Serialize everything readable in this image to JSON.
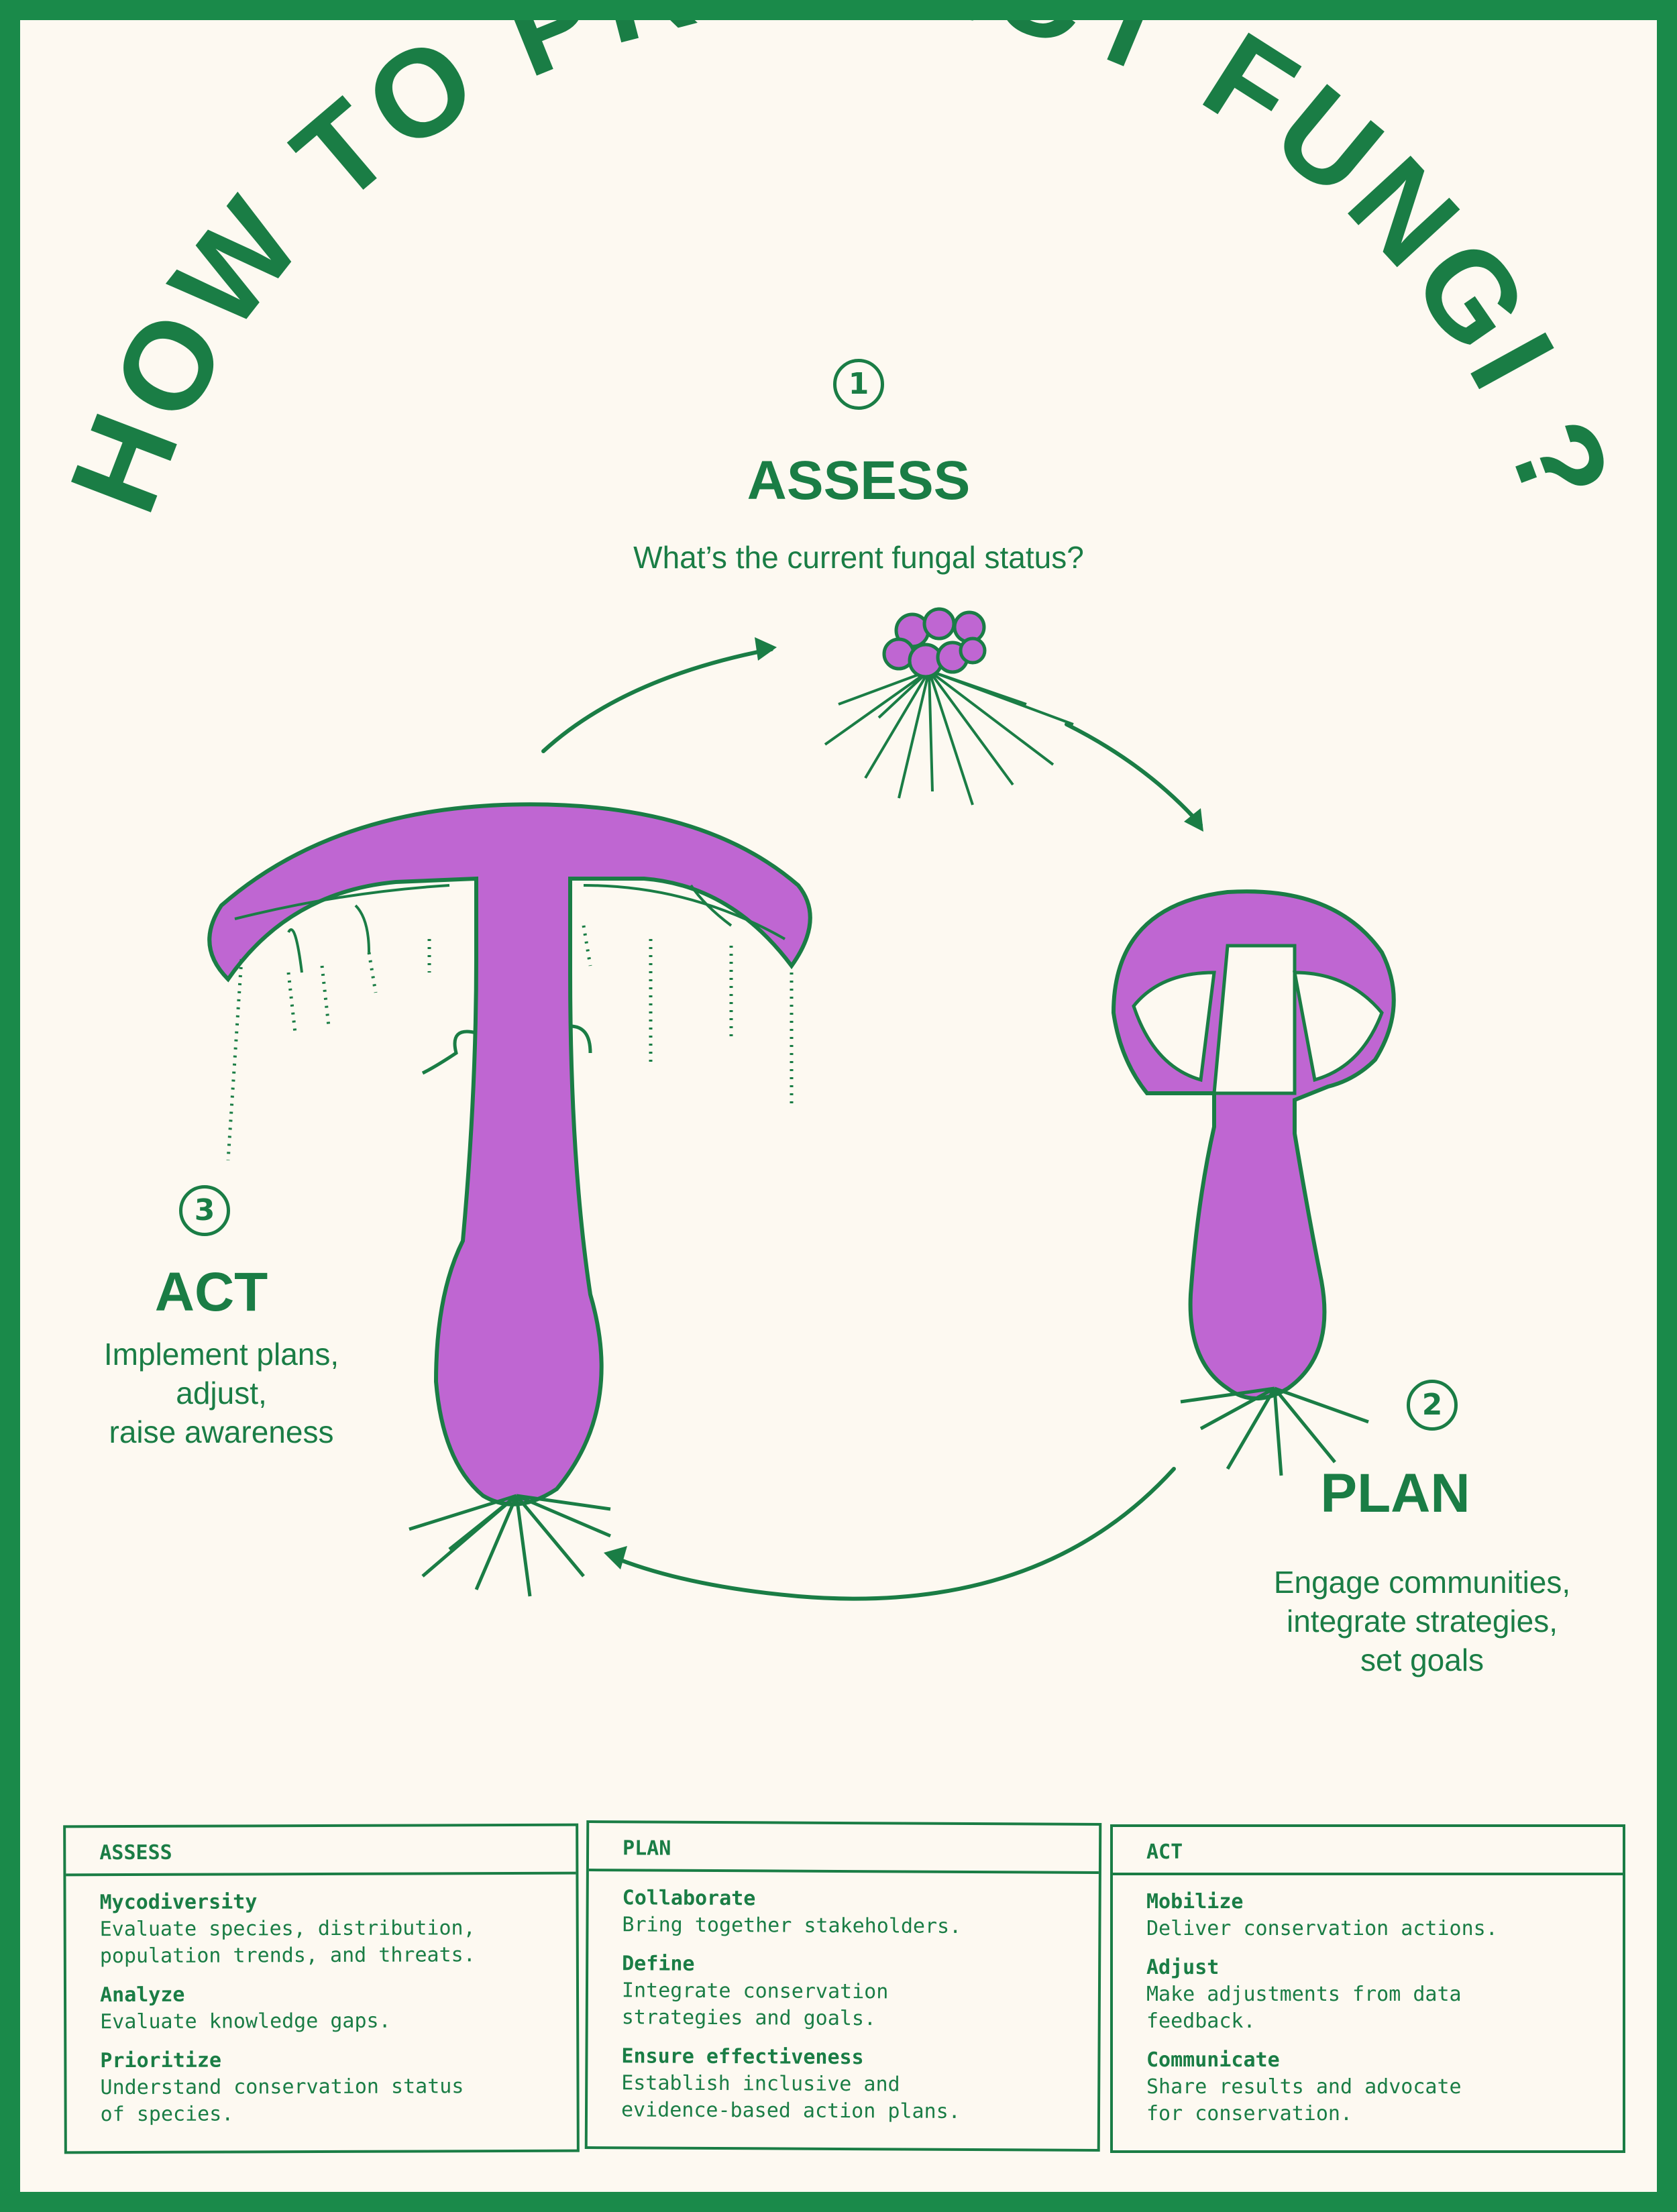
{
  "title": "HOW TO PROTECT FUNGI ?",
  "steps": {
    "assess": {
      "num": "1",
      "title": "ASSESS",
      "text": "What’s the current fungal status?"
    },
    "plan": {
      "num": "2",
      "title": "PLAN",
      "text": "Engage communities,\nintegrate strategies,\nset goals"
    },
    "act": {
      "num": "3",
      "title": "ACT",
      "text": "Implement plans,\nadjust,\nraise awareness"
    }
  },
  "cards": [
    {
      "heading": "ASSESS",
      "entries": [
        {
          "title": "Mycodiversity",
          "desc": "Evaluate species, distribution,\npopulation trends, and threats."
        },
        {
          "title": "Analyze",
          "desc": "Evaluate knowledge gaps."
        },
        {
          "title": "Prioritize",
          "desc": "Understand conservation status\nof species."
        }
      ]
    },
    {
      "heading": "PLAN",
      "entries": [
        {
          "title": "Collaborate",
          "desc": "Bring together stakeholders."
        },
        {
          "title": "Define",
          "desc": "Integrate conservation\nstrategies and goals."
        },
        {
          "title": "Ensure effectiveness",
          "desc": "Establish inclusive and\nevidence-based action plans."
        }
      ]
    },
    {
      "heading": "ACT",
      "entries": [
        {
          "title": "Mobilize",
          "desc": "Deliver conservation actions."
        },
        {
          "title": "Adjust",
          "desc": "Make adjustments from data\nfeedback."
        },
        {
          "title": "Communicate",
          "desc": "Share results and advocate\nfor conservation."
        }
      ]
    }
  ],
  "colors": {
    "green": "#1a7d45",
    "purple": "#bf66d2",
    "background": "#fdf9f1",
    "frame": "#1a8a4a"
  }
}
